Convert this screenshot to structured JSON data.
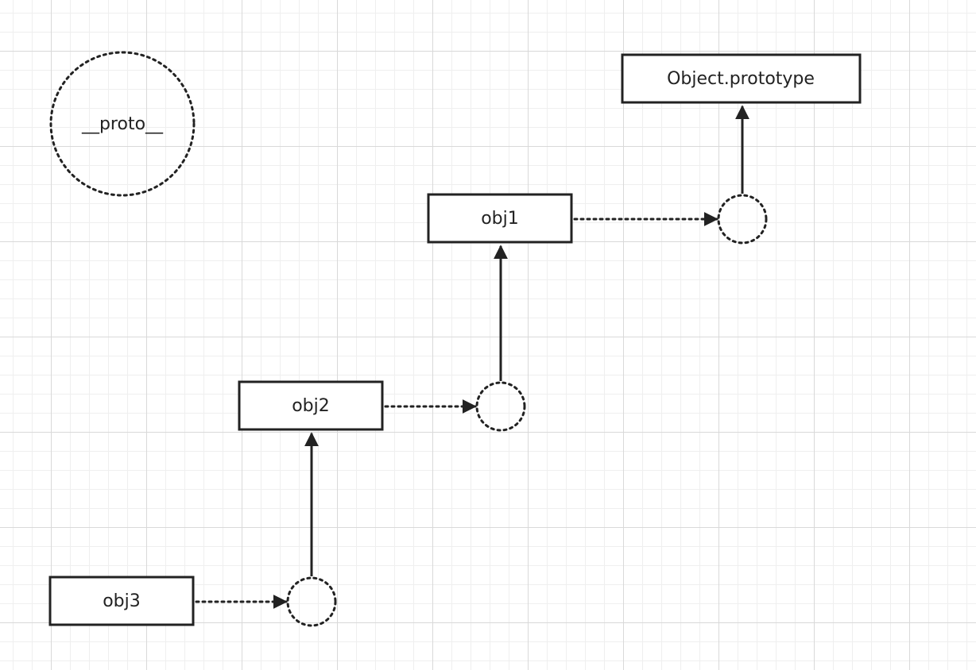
{
  "legend": {
    "label": "__proto__"
  },
  "nodes": {
    "object_prototype": "Object.prototype",
    "obj1": "obj1",
    "obj2": "obj2",
    "obj3": "obj3"
  },
  "colors": {
    "stroke": "#222222",
    "grid_major": "#d9d9d9",
    "grid_minor": "#efefef",
    "background": "#ffffff"
  }
}
